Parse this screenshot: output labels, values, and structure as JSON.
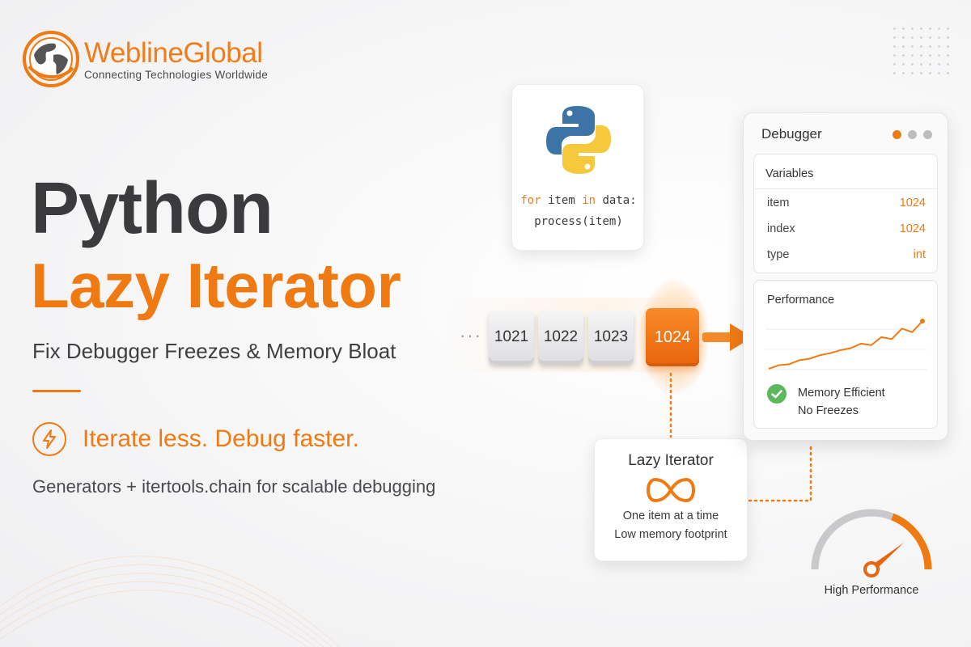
{
  "brand": {
    "name": "WeblineGlobal",
    "tagline": "Connecting Technologies Worldwide"
  },
  "hero": {
    "title_line1": "Python",
    "title_line2": "Lazy Iterator",
    "subtitle": "Fix Debugger Freezes & Memory Bloat",
    "tagline": "Iterate less. Debug faster.",
    "description": "Generators + itertools.chain for scalable debugging"
  },
  "code_card": {
    "line1_kw1": "for",
    "line1_mid": " item ",
    "line1_kw2": "in",
    "line1_end": " data:",
    "line2": "process(item)"
  },
  "iterator": {
    "ellipsis": "···",
    "items": [
      "1021",
      "1022",
      "1023",
      "1024"
    ],
    "active_index": 3
  },
  "lazy_card": {
    "title": "Lazy Iterator",
    "line1": "One item at a time",
    "line2": "Low memory footprint"
  },
  "debugger": {
    "title": "Debugger",
    "variables_header": "Variables",
    "variables": [
      {
        "name": "item",
        "value": "1024"
      },
      {
        "name": "index",
        "value": "1024"
      },
      {
        "name": "type",
        "value": "int"
      }
    ],
    "performance_header": "Performance",
    "performance_trend": [
      0.05,
      0.12,
      0.14,
      0.22,
      0.25,
      0.32,
      0.36,
      0.42,
      0.46,
      0.55,
      0.52,
      0.68,
      0.64,
      0.85,
      0.78,
      1.0
    ],
    "status_line1": "Memory Efficient",
    "status_line2": "No Freezes"
  },
  "gauge": {
    "label": "High Performance",
    "level": 0.78
  },
  "colors": {
    "accent": "#f07a12",
    "dark_text": "#3b3b3d",
    "success": "#5cb85c"
  }
}
